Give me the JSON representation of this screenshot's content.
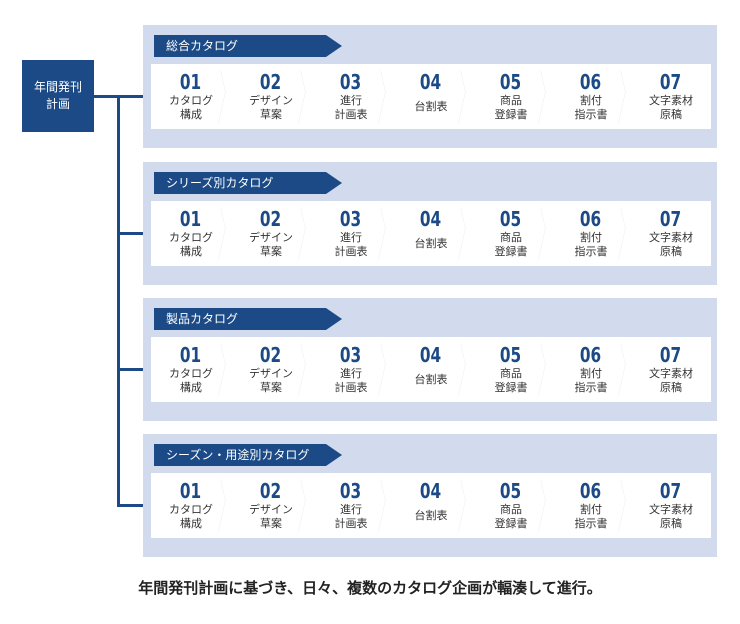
{
  "root": {
    "line1": "年間発刊",
    "line2": "計画"
  },
  "catalogs": [
    {
      "title": "総合カタログ"
    },
    {
      "title": "シリーズ別カタログ"
    },
    {
      "title": "製品カタログ"
    },
    {
      "title": "シーズン・用途別カタログ"
    }
  ],
  "steps": [
    {
      "num": "01",
      "line1": "カタログ",
      "line2": "構成"
    },
    {
      "num": "02",
      "line1": "デザイン",
      "line2": "草案"
    },
    {
      "num": "03",
      "line1": "進行",
      "line2": "計画表"
    },
    {
      "num": "04",
      "line1": "台割表",
      "line2": ""
    },
    {
      "num": "05",
      "line1": "商品",
      "line2": "登録書"
    },
    {
      "num": "06",
      "line1": "割付",
      "line2": "指示書"
    },
    {
      "num": "07",
      "line1": "文字素材",
      "line2": "原稿"
    }
  ],
  "caption": "年間発刊計画に基づき、日々、複数のカタログ企画が輻湊して進行。",
  "colors": {
    "primary": "#1b4a86",
    "panel": "#d2dbee",
    "card": "#ffffff"
  }
}
